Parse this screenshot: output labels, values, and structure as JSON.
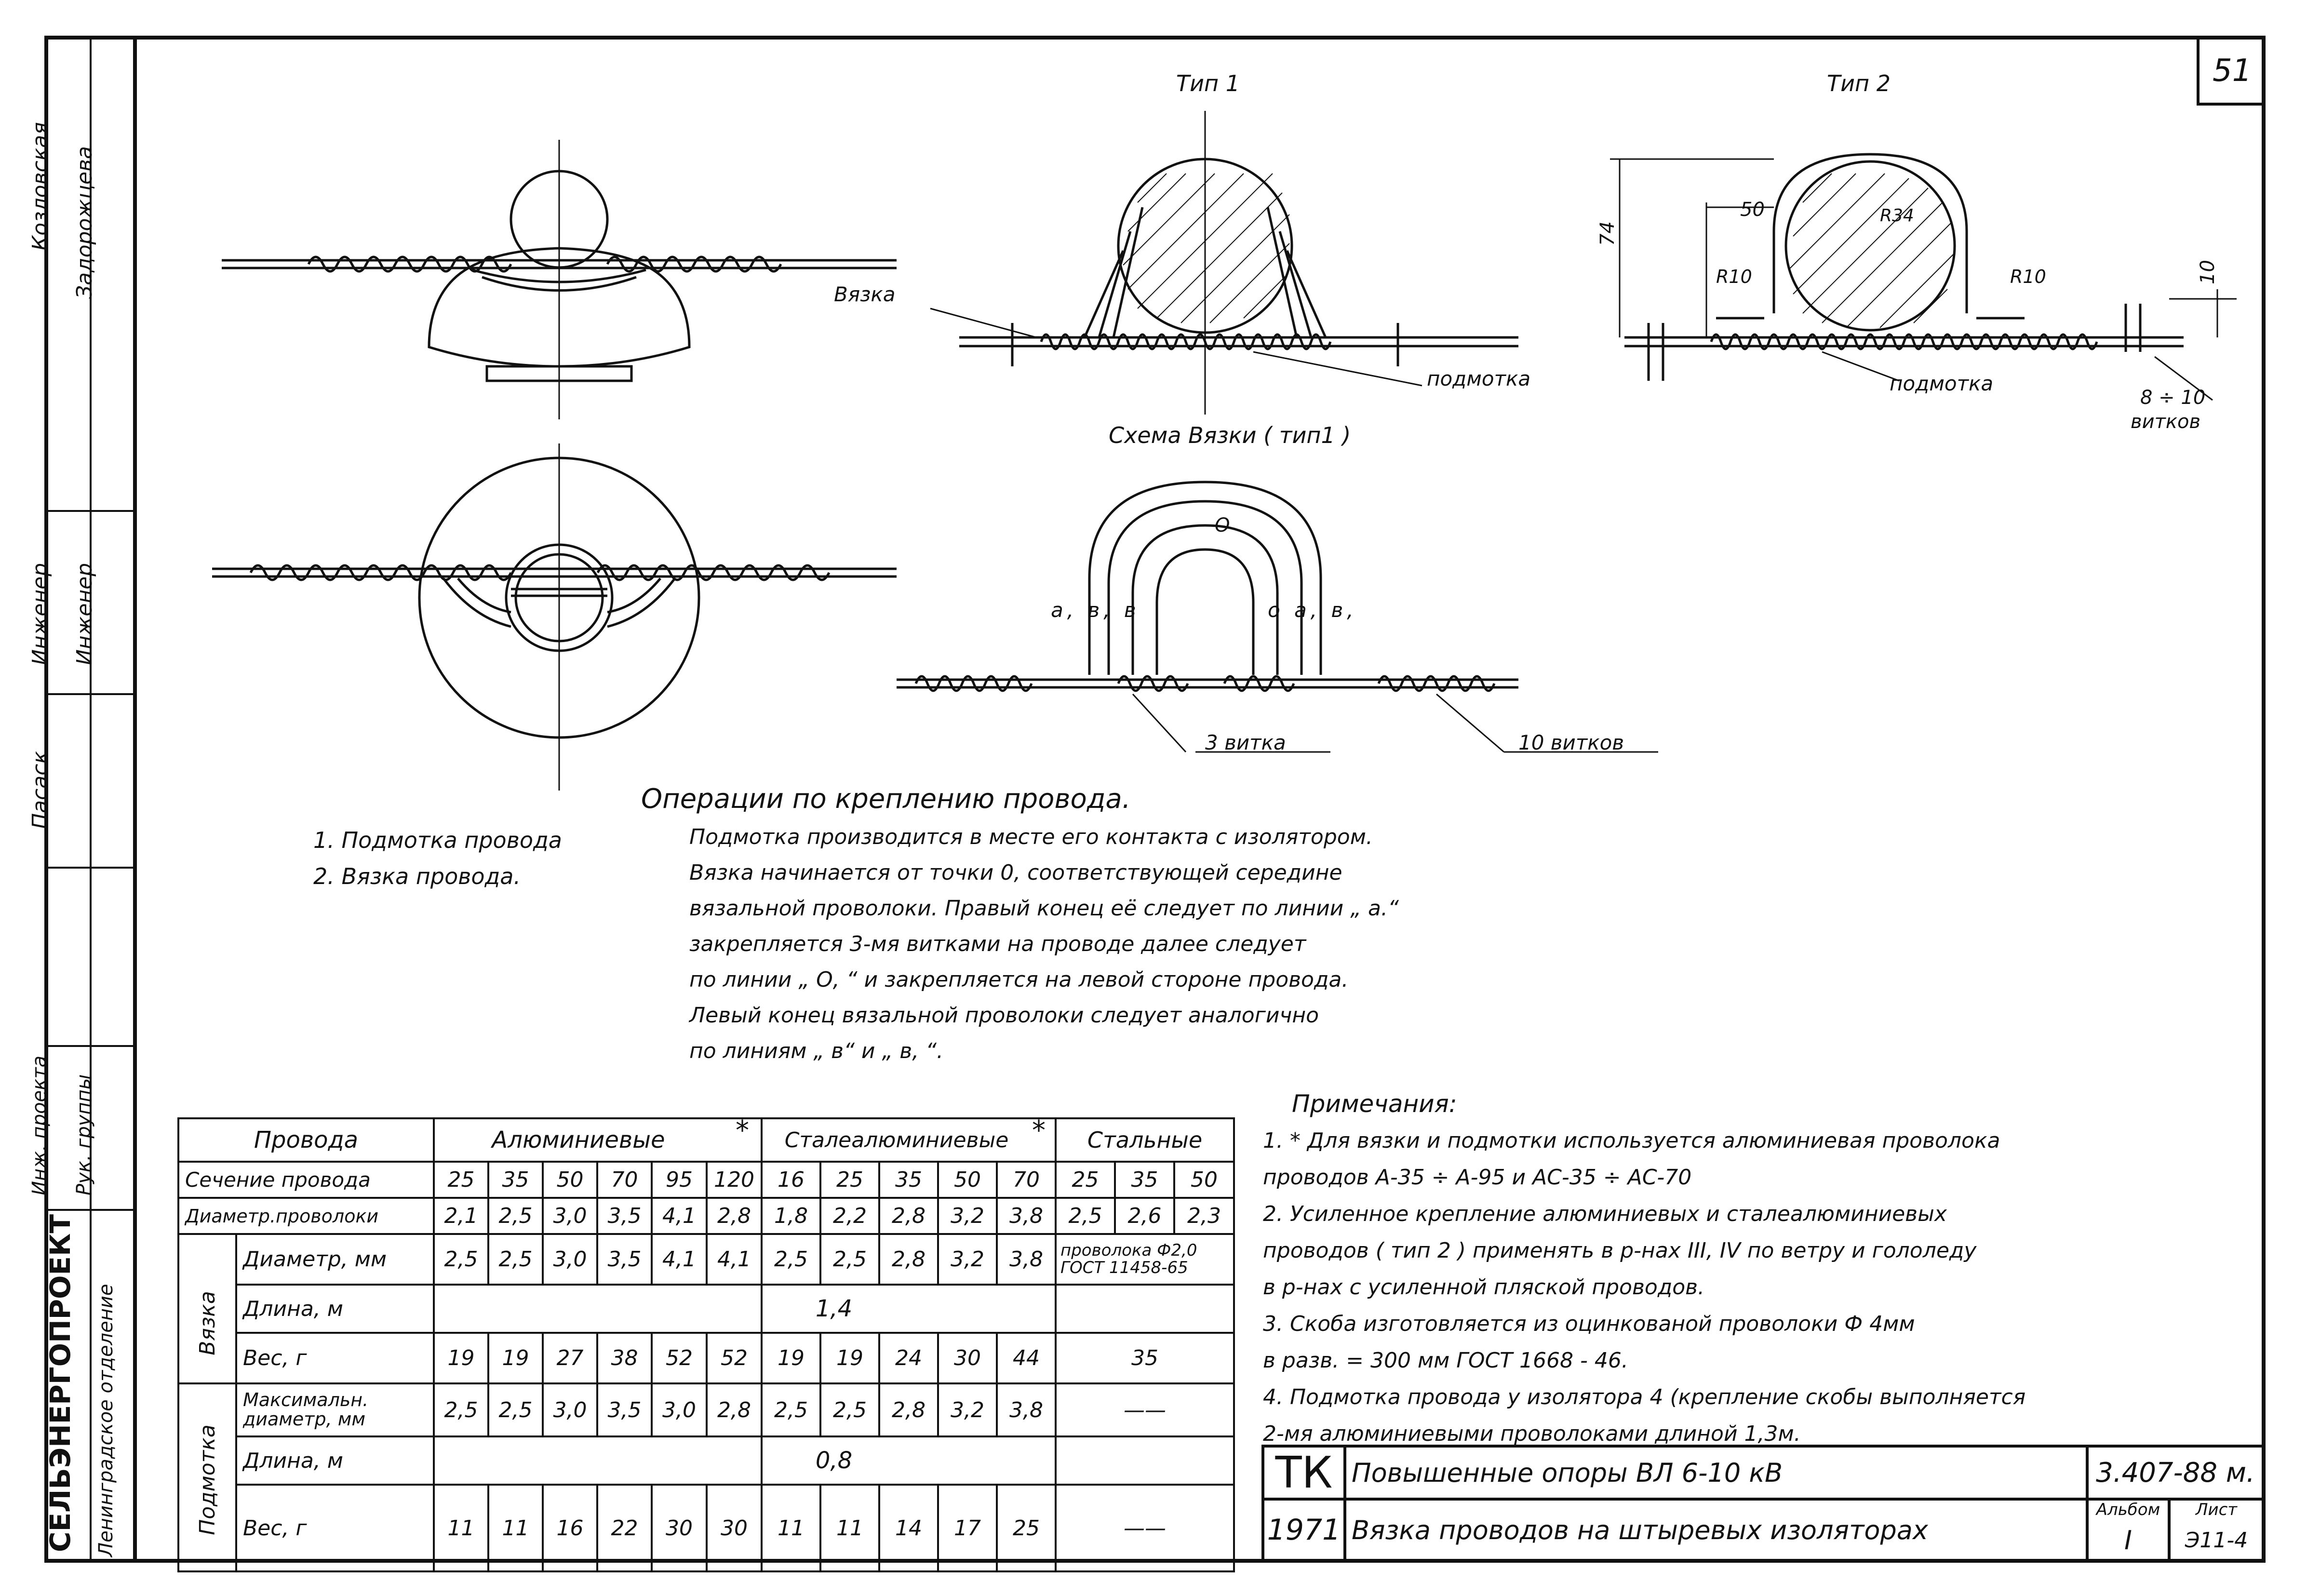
{
  "sheet_number": "51",
  "side_strip": [
    "Козловская",
    "Задорожцева",
    "Инженер",
    "Инженер",
    "Пасаск",
    "Инж. проекта",
    "Рук. группы",
    "СЕЛЬЭНЕРГОПРОЕКТ",
    "Ленинградское отделение"
  ],
  "views": {
    "type1_label": "Тип 1",
    "type2_label": "Тип 2",
    "scheme_title": "Схема Вязки ( тип1 )",
    "vyazka_label": "Вязка",
    "podmotka_label_1": "подмотка",
    "podmotka_label_2": "подмотка",
    "turns_range": "8 ÷ 10",
    "turns_word": "витков",
    "dim_50": "50",
    "dim_74": "74",
    "dim_10": "10",
    "r10_left": "R10",
    "r10_right": "R10",
    "r34": "R34",
    "scheme_o": "О",
    "scheme_a1_b1_b": "а, в, в",
    "scheme_o_a_b1": "о а, в,",
    "three_turns": "3 витка",
    "ten_turns": "10 витков"
  },
  "operations": {
    "title": "Операции по креплению провода.",
    "steps": [
      "1.  Подмотка провода",
      "2.  Вязка  провода."
    ],
    "text_lines": [
      "Подмотка производится в месте  его контакта  с  изолятором.",
      "Вязка  начинается  от  точки  0, соответствующей  середине",
      "вязальной  проволоки. Правый  конец  её  следует  по  линии  „ а.“",
      "закрепляется  3-мя  витками  на  проводе  далее  следует",
      "по  линии   „ О, “  и  закрепляется  на  левой  стороне  провода.",
      "Левый  конец  вязальной  проволоки  следует  аналогично",
      "по  линиям  „ в“  и „ в, “."
    ]
  },
  "notes": {
    "title": "Примечания:",
    "lines": [
      "1. * Для вязки и подмотки используется  алюминиевая проволока",
      "проводов   А-35 ÷ А-95   и  АС-35 ÷ АС-70",
      "2.  Усиленное  крепление  алюминиевых  и сталеалюминиевых",
      "проводов  ( тип 2 )  применять  в р-нах  III, IV по ветру и гололеду",
      "в р-нах  с  усиленной  пляской  проводов.",
      "3.  Скоба  изготовляется  из оцинкованой  проволоки  Ф 4мм",
      "в  разв.  = 300 мм   ГОСТ  1668 - 46.",
      "4.  Подмотка  провода  у изолятора  4 (крепление  скобы выполняется",
      "2-мя  алюминиевыми  проволоками  длиной  1,3м."
    ]
  },
  "table": {
    "header_provoda": "Провода",
    "group_alu": "Алюминиевые",
    "group_stalealu": "Сталеалюминиевые",
    "group_stal": "Стальные",
    "star": "*",
    "row_sechenie_label": "Сечение провода",
    "sechenie": [
      "25",
      "35",
      "50",
      "70",
      "95",
      "120",
      "16",
      "25",
      "35",
      "50",
      "70",
      "25",
      "35",
      "50"
    ],
    "row_diam_label": "Диаметр.проволоки",
    "diam": [
      "2,1",
      "2,5",
      "3,0",
      "3,5",
      "4,1",
      "2,8",
      "1,8",
      "2,2",
      "2,8",
      "3,2",
      "3,8",
      "2,5",
      "2,6",
      "2,3"
    ],
    "vyazka_group": "Вязка",
    "row_vd_label": "Диаметр, мм",
    "vyazka_diam": [
      "2,5",
      "2,5",
      "3,0",
      "3,5",
      "4,1",
      "4,1",
      "2,5",
      "2,5",
      "2,8",
      "3,2",
      "3,8"
    ],
    "steel_wire_note": "проволока Ф2,0 ГОСТ 11458-65",
    "row_vl_label": "Длина, м",
    "vyazka_length": "1,4",
    "row_vw_label": "Вес,  г",
    "vyazka_weight": [
      "19",
      "19",
      "27",
      "38",
      "52",
      "52",
      "19",
      "19",
      "24",
      "30",
      "44"
    ],
    "vyazka_weight_steel": "35",
    "podmotka_group": "Подмотка",
    "row_pd_label": "Максимальн. диаметр, мм",
    "podmotka_diam": [
      "2,5",
      "2,5",
      "3,0",
      "3,5",
      "3,0",
      "2,8",
      "2,5",
      "2,5",
      "2,8",
      "3,2",
      "3,8"
    ],
    "dash": "——",
    "row_pl_label": "Длина, м",
    "podmotka_length": "0,8",
    "row_pw_label": "Вес, г",
    "podmotka_weight": [
      "11",
      "11",
      "16",
      "22",
      "30",
      "30",
      "11",
      "11",
      "14",
      "17",
      "25"
    ]
  },
  "title_block": {
    "tk": "ТК",
    "year": "1971",
    "title_line1": "Повышенные  опоры   ВЛ 6-10 кВ",
    "title_line2": "Вязка  проводов  на  штыревых  изоляторах",
    "code": "3.407-88 м.",
    "album_label": "Альбом",
    "album_value": "I",
    "sheet_label": "Лист",
    "sheet_value": "Э11-4"
  }
}
